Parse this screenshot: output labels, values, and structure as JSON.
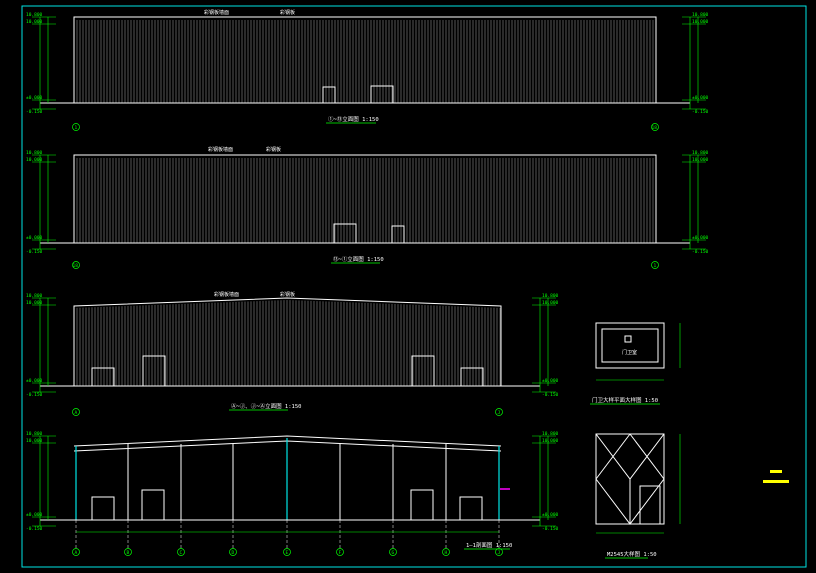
{
  "drawing": {
    "colors": {
      "frame": "#00e5e5",
      "wall": "#ffffff",
      "dimension": "#00ff00",
      "marker": "#ffff00",
      "accent": "#ff00ff"
    },
    "elevations": [
      {
        "title": "①~⑬立面图 1:150",
        "axis_left": "1",
        "axis_right": "18",
        "note_a": "彩钢板墙面",
        "note_b": "彩钢板"
      },
      {
        "title": "⑬~①立面图 1:150",
        "axis_left": "18",
        "axis_right": "1",
        "note_a": "彩钢板墙面",
        "note_b": "彩钢板"
      },
      {
        "title": "Ⓐ~Ⓙ、Ⓙ~Ⓐ立面图 1:150",
        "axis_left": "A",
        "axis_right": "J",
        "note_a": "彩钢板墙面",
        "note_b": "彩钢板"
      },
      {
        "title": "1—1剖面图 1:150",
        "axis_left": "A",
        "axis_right": "J"
      }
    ],
    "section_axes": [
      "A",
      "B",
      "C",
      "D",
      "E",
      "F",
      "G",
      "H",
      "J"
    ],
    "levels": {
      "top": "10.800",
      "eave": "10.000",
      "ground": "±0.000",
      "below": "-0.150"
    },
    "details": [
      {
        "title": "门卫大样平面大样图 1:50",
        "room_label": "门卫室"
      },
      {
        "title": "M2545大样图 1:50"
      }
    ]
  }
}
